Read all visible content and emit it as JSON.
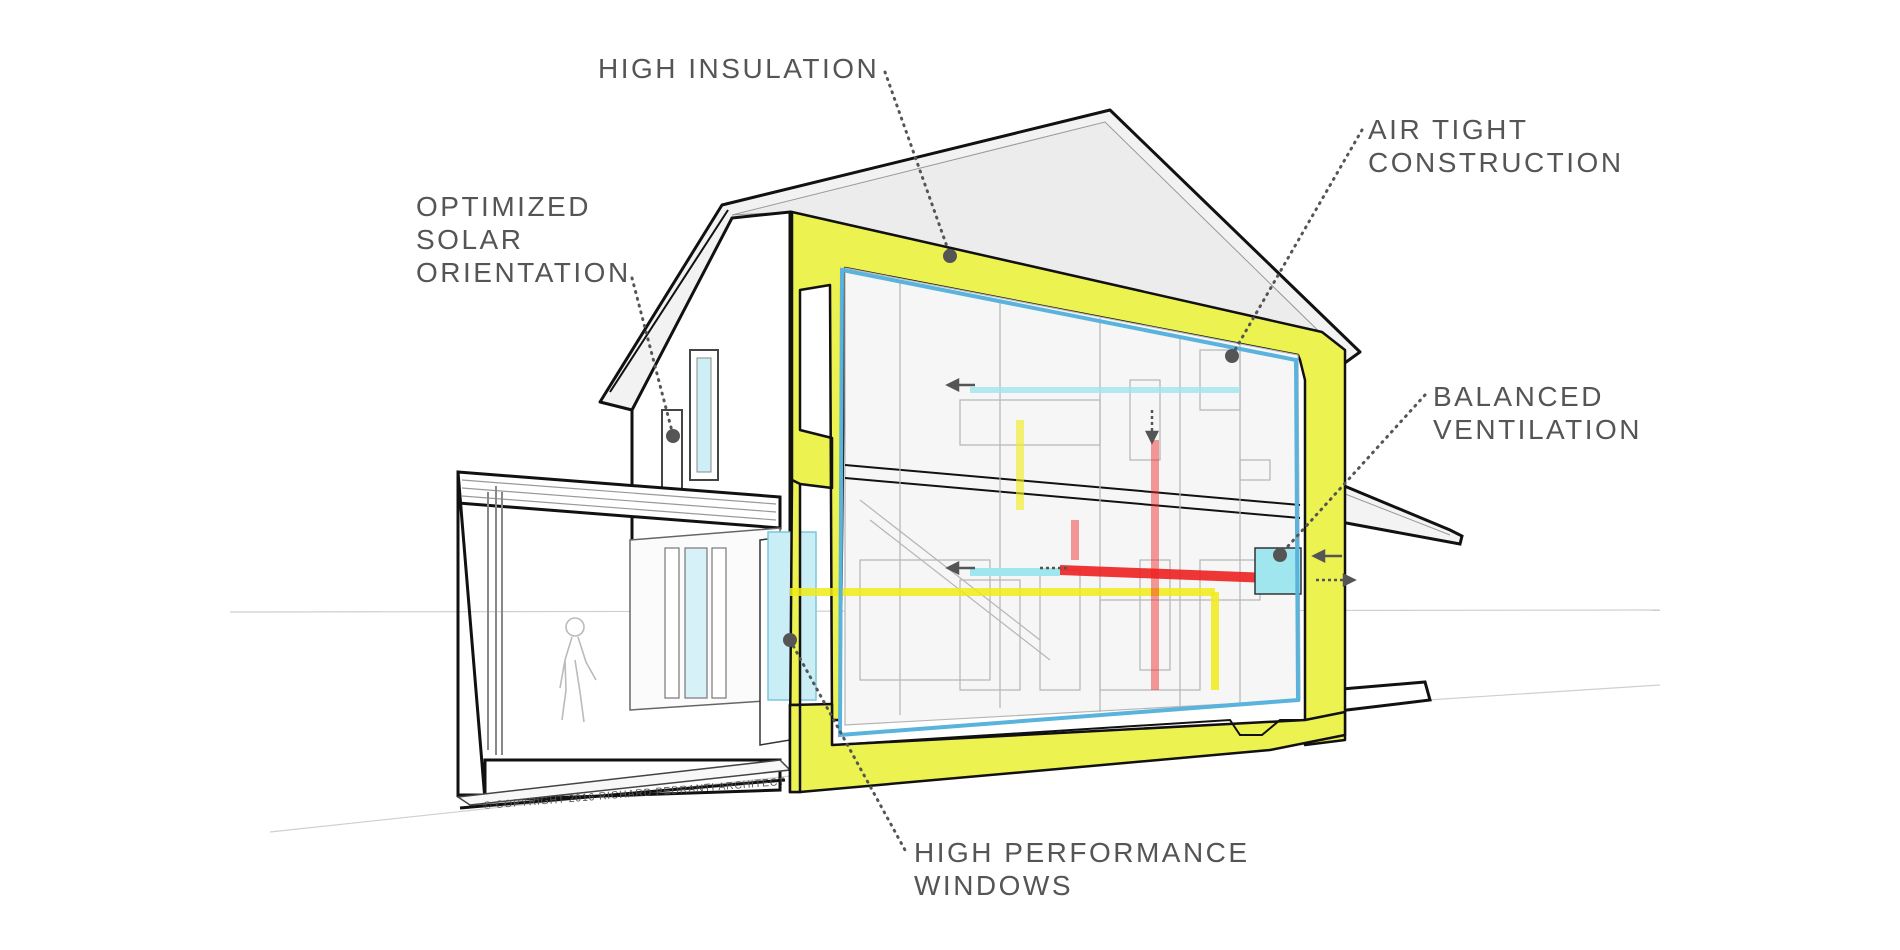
{
  "callouts": {
    "high_insulation": "HIGH INSULATION",
    "air_tight": "AIR TIGHT\nCONSTRUCTION",
    "solar_orientation": "OPTIMIZED\nSOLAR\nORIENTATION",
    "balanced_ventilation": "BALANCED\nVENTILATION",
    "high_performance_windows": "HIGH PERFORMANCE\nWINDOWS"
  },
  "copyright": "© COPYRIGHT 2016 RICHARD PEDRANTI ARCHITECT",
  "colors": {
    "insulation": "#ecf250",
    "airtight_line": "#59b3dc",
    "glazing": "#bfeaf3",
    "warm_duct": "#ee2222",
    "fresh_duct": "#f2ec17",
    "exhaust_duct": "#9fe6ef",
    "callout_dots": "#555555",
    "outline": "#111111"
  },
  "icons": [
    "leader-line-icon",
    "arrow-icon",
    "person-silhouette-icon"
  ]
}
